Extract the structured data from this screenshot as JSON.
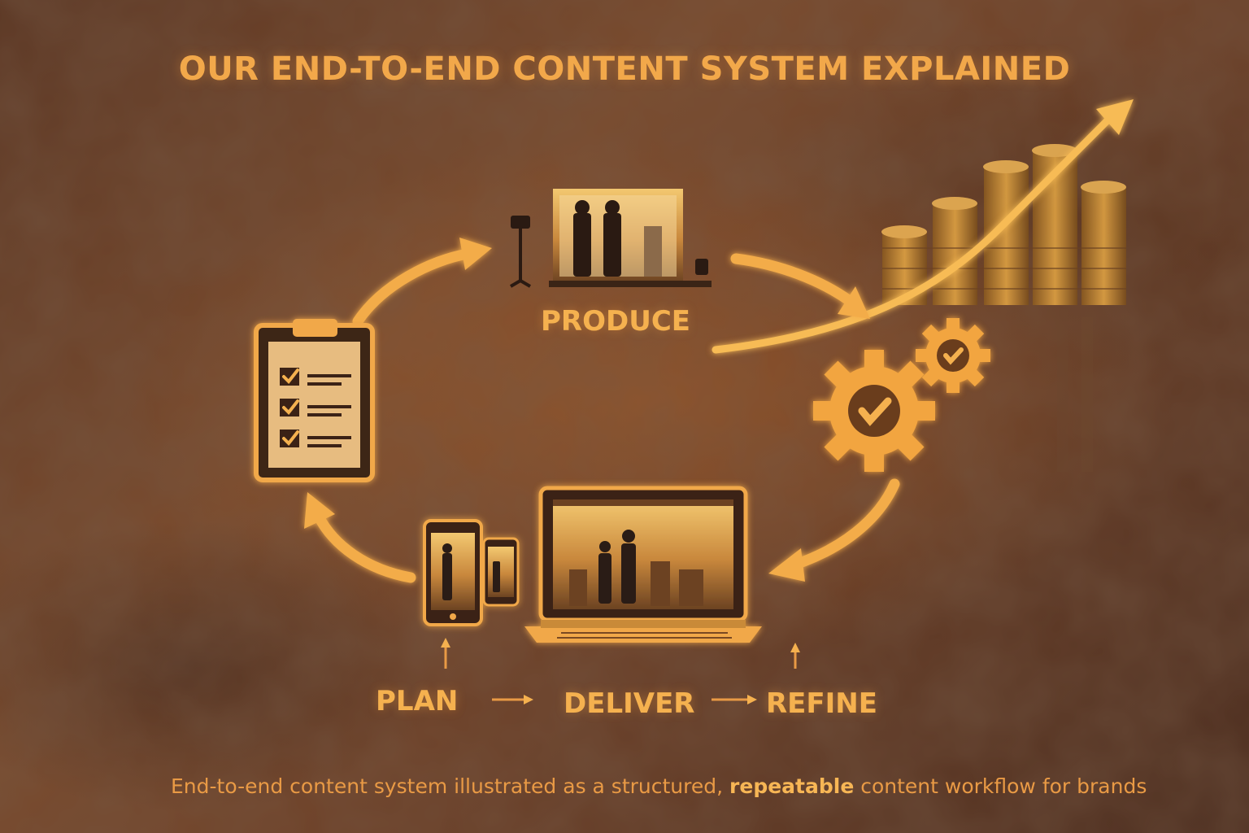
{
  "title": "OUR END-TO-END CONTENT SYSTEM EXPLAINED",
  "stages": {
    "produce": "PRODUCE",
    "plan": "PLAN",
    "deliver": "DELIVER",
    "refine": "REFINE"
  },
  "caption": {
    "before": "End-to-end content system illustrated as a structured, ",
    "highlight": "repeatable",
    "after": " content workflow for brands"
  },
  "icons": [
    "clipboard-checklist-icon",
    "film-set-icon",
    "gears-check-icon",
    "laptop-icon",
    "smartphone-icon",
    "coin-stacks-icon",
    "growth-arrow-icon"
  ],
  "colors": {
    "accent": "#f5b14f",
    "glow": "#ffb347",
    "background": "#5a3522"
  }
}
